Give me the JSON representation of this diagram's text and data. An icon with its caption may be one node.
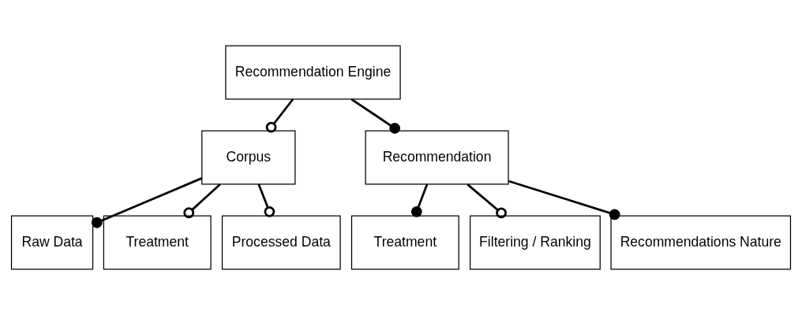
{
  "diagram": {
    "nodes": [
      {
        "text": [
          "Recommendation Engine"
        ]
      },
      {
        "text": [
          "Corpus"
        ]
      },
      {
        "text": [
          "Recommendation"
        ]
      },
      {
        "text": [
          "Raw Data"
        ]
      },
      {
        "text": [
          "Treatment"
        ]
      },
      {
        "text": [
          "Processed Data"
        ]
      },
      {
        "text": [
          "Treatment"
        ]
      },
      {
        "text": [
          "Filtering / Ranking"
        ]
      },
      {
        "text": [
          "Recommendations Nature"
        ]
      }
    ],
    "edges": [
      {
        "from": 0,
        "to": 1,
        "arrow": "other"
      },
      {
        "from": 0,
        "to": 2,
        "arrow": "other"
      },
      {
        "from": 1,
        "to": 3,
        "arrow": "other"
      },
      {
        "from": 1,
        "to": 4,
        "arrow": "other"
      },
      {
        "from": 1,
        "to": 5,
        "arrow": "other"
      },
      {
        "from": 2,
        "to": 6,
        "arrow": "other"
      },
      {
        "from": 2,
        "to": 7,
        "arrow": "other"
      },
      {
        "from": 2,
        "to": 8,
        "arrow": "other"
      }
    ]
  }
}
